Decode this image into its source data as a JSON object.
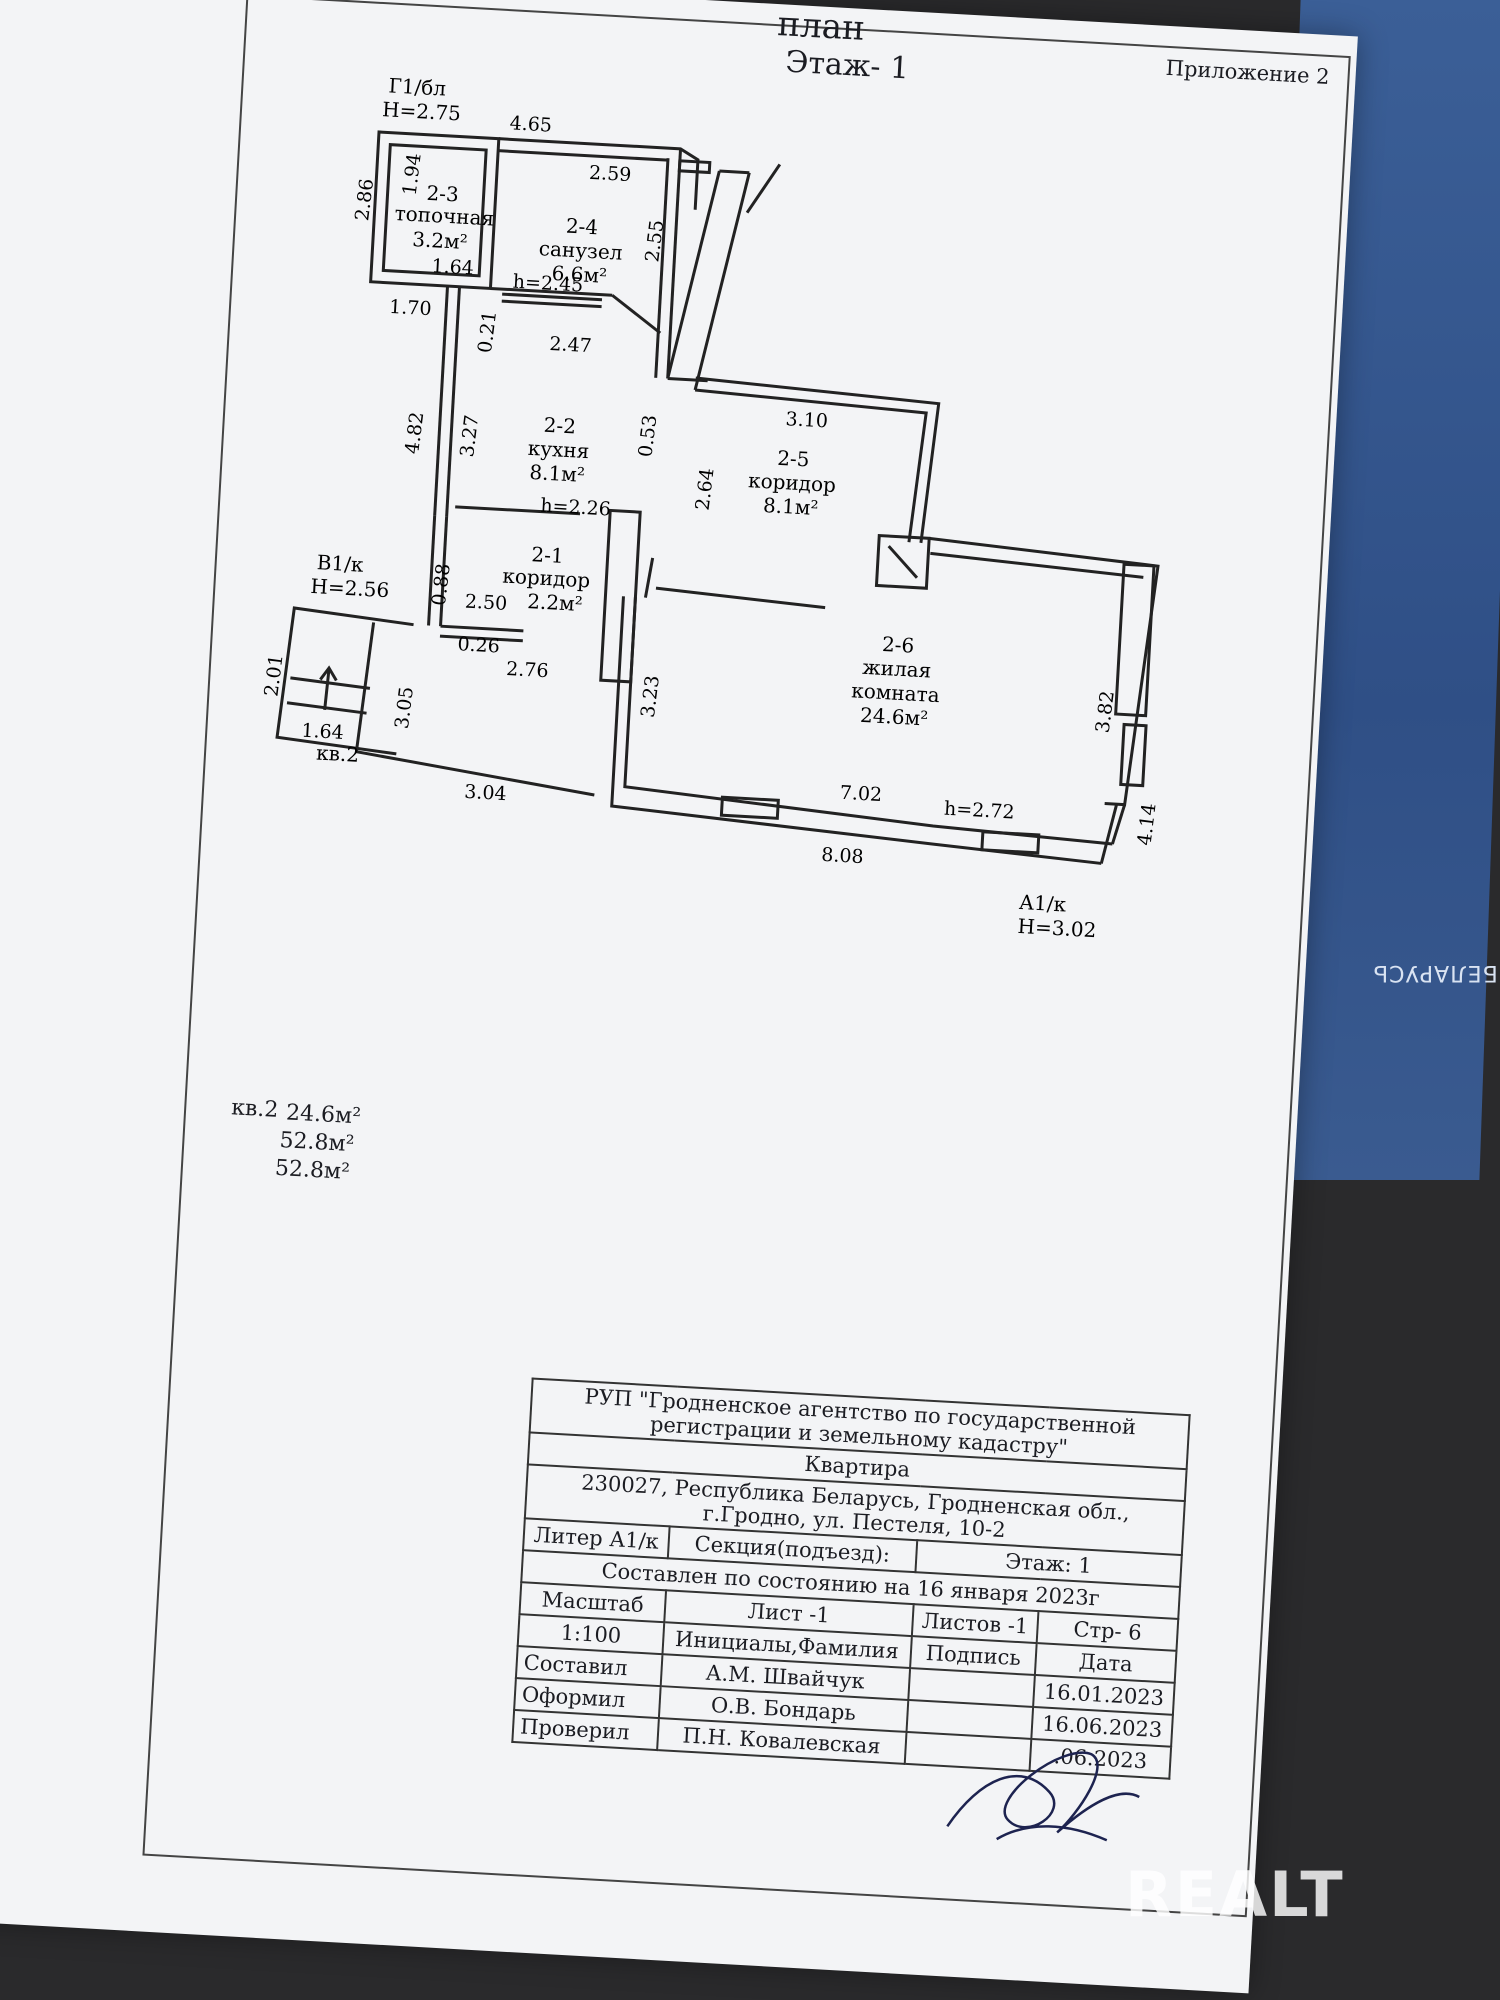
{
  "header": {
    "title_fragment": "план",
    "floor": "Этаж- 1",
    "appendix": "Приложение 2"
  },
  "rooms": [
    {
      "id": "2-3",
      "name": "топочная",
      "area": "3.2м²"
    },
    {
      "id": "2-4",
      "name": "санузел",
      "area": "6.6м²"
    },
    {
      "id": "2-2",
      "name": "кухня",
      "area": "8.1м²"
    },
    {
      "id": "2-1",
      "name": "коридор",
      "area": "2.2м²"
    },
    {
      "id": "2-5",
      "name": "коридор",
      "area": "8.1м²"
    },
    {
      "id": "2-6",
      "name": "жилая",
      "name2": "комната",
      "area": "24.6м²"
    }
  ],
  "annexes": {
    "g1": {
      "label": "Г1/бл",
      "height": "H=2.75"
    },
    "v1": {
      "label": "В1/к",
      "height": "H=2.56"
    },
    "a1": {
      "label": "А1/к",
      "height": "H=3.02"
    },
    "apt": "кв.2"
  },
  "dimensions": {
    "d465": "4.65",
    "d259": "2.59",
    "d255": "2.55",
    "d286": "2.86",
    "d194": "1.94",
    "d164a": "1.64",
    "d170": "1.70",
    "h245": "h=2.45",
    "d021": "0.21",
    "d247": "2.47",
    "d482": "4.82",
    "d327": "3.27",
    "d053": "0.53",
    "d310": "3.10",
    "d264": "2.64",
    "h226": "h=2.26",
    "d088": "0.88",
    "d250": "2.50",
    "d026": "0.26",
    "d276": "2.76",
    "d201": "2.01",
    "d305": "3.05",
    "d164b": "1.64",
    "d323": "3.23",
    "d382": "3.82",
    "d702": "7.02",
    "h272": "h=2.72",
    "d414": "4.14",
    "d304": "3.04",
    "d808": "8.08"
  },
  "summary": {
    "label": "кв.2",
    "living": "24.6м²",
    "total1": "52.8м²",
    "total2": "52.8м²"
  },
  "title_block": {
    "org_line1": "РУП \"Гродненское агентство по государственной",
    "org_line2": "регистрации и земельному кадастру\"",
    "object": "Квартира",
    "address_line1": "230027, Республика Беларусь, Гродненская обл.,",
    "address_line2": "г.Гродно, ул. Пестеля, 10-2",
    "liter": "Литер А1/к",
    "section": "Секция(подъезд):",
    "floor": "Этаж: 1",
    "state_as_of": "Составлен по состоянию на 16 января  2023г",
    "scale_label": "Масштаб",
    "sheet_label": "Лист -1",
    "scale_value": "1:100",
    "sheets_label": "Листов -1",
    "page_label": "Стр- 6",
    "name_header": "Инициалы,Фамилия",
    "sign_header": "Подпись",
    "date_header": "Дата",
    "rows": [
      {
        "role": "Составил",
        "name": "А.М. Швайчук",
        "date": "16.01.2023"
      },
      {
        "role": "Оформил",
        "name": "О.В. Бондарь",
        "date": "16.06.2023"
      },
      {
        "role": "Проверил",
        "name": "П.Н. Ковалевская",
        "date": ".06.2023"
      }
    ]
  },
  "background": {
    "folder_text": "БЕЛАРУСЬ",
    "folder_color": "#34568c"
  },
  "watermark": "REALT"
}
